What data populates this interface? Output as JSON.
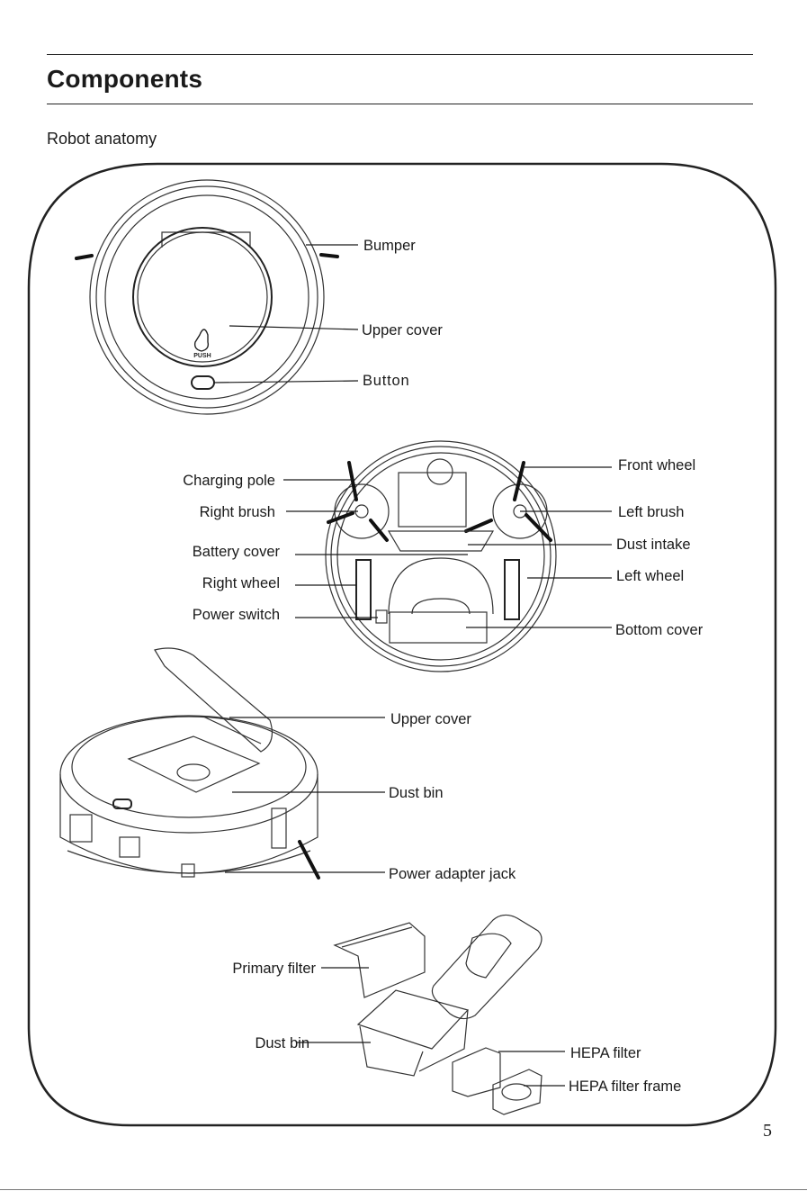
{
  "header": {
    "title": "Components",
    "subtitle": "Robot anatomy"
  },
  "top_view": {
    "labels": [
      "Bumper",
      "Upper cover",
      "Button"
    ],
    "push_text": "PUSH"
  },
  "bottom_view": {
    "left_labels": [
      "Charging pole",
      "Right brush",
      "Battery cover",
      "Right wheel",
      "Power switch"
    ],
    "right_labels": [
      "Front wheel",
      "Left brush",
      "Dust intake",
      "Left wheel",
      "Bottom cover"
    ]
  },
  "open_view": {
    "labels": [
      "Upper cover",
      "Dust bin",
      "Power adapter jack"
    ]
  },
  "bin_view": {
    "left_labels": [
      "Primary filter",
      "Dust bin"
    ],
    "right_labels": [
      "HEPA filter",
      "HEPA filter frame"
    ]
  },
  "footer": {
    "page_number": "5"
  }
}
